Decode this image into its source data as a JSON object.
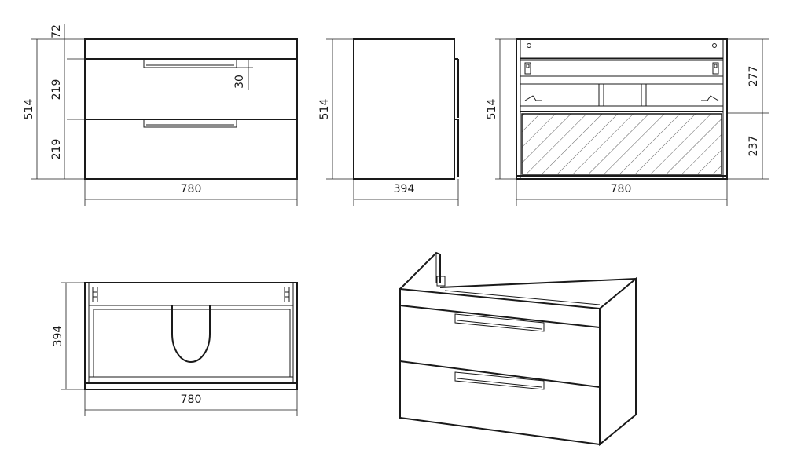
{
  "dimensions": {
    "front": {
      "top_panel": "72",
      "drawer_top": "219",
      "drawer_bottom": "219",
      "total_height": "514",
      "width": "780",
      "handle_offset": "30"
    },
    "side": {
      "height": "514",
      "depth": "394"
    },
    "back": {
      "height": "514",
      "upper_section": "277",
      "lower_section": "237",
      "width": "780"
    },
    "top": {
      "depth": "394",
      "width": "780"
    }
  }
}
